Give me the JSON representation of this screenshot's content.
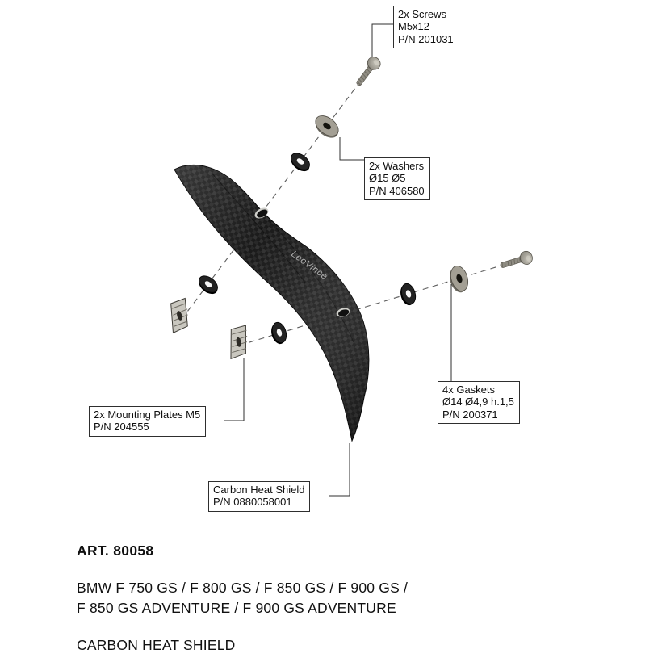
{
  "diagram": {
    "labels": {
      "screws": {
        "lines": [
          "2x Screws",
          "M5x12",
          "P/N 201031"
        ]
      },
      "washers": {
        "lines": [
          "2x Washers",
          "Ø15 Ø5",
          "P/N 406580"
        ]
      },
      "gaskets": {
        "lines": [
          "4x Gaskets",
          "Ø14 Ø4,9 h.1,5",
          "P/N 200371"
        ]
      },
      "mounting_plates": {
        "lines": [
          "2x Mounting Plates M5",
          "P/N 204555"
        ]
      },
      "heat_shield": {
        "lines": [
          "Carbon Heat Shield",
          "P/N 0880058001"
        ]
      }
    },
    "shield_logo": "LeoVince"
  },
  "footer": {
    "art_number": "ART. 80058",
    "models_line1": "BMW F 750 GS / F 800 GS / F 850 GS / F 900 GS /",
    "models_line2": "F 850 GS ADVENTURE / F 900 GS ADVENTURE",
    "product_name": "CARBON HEAT SHIELD"
  },
  "colors": {
    "carbon_base": "#161616",
    "carbon_weave": "#2d2d2d",
    "metal": "#a39f94",
    "line": "#5c5c5c"
  }
}
